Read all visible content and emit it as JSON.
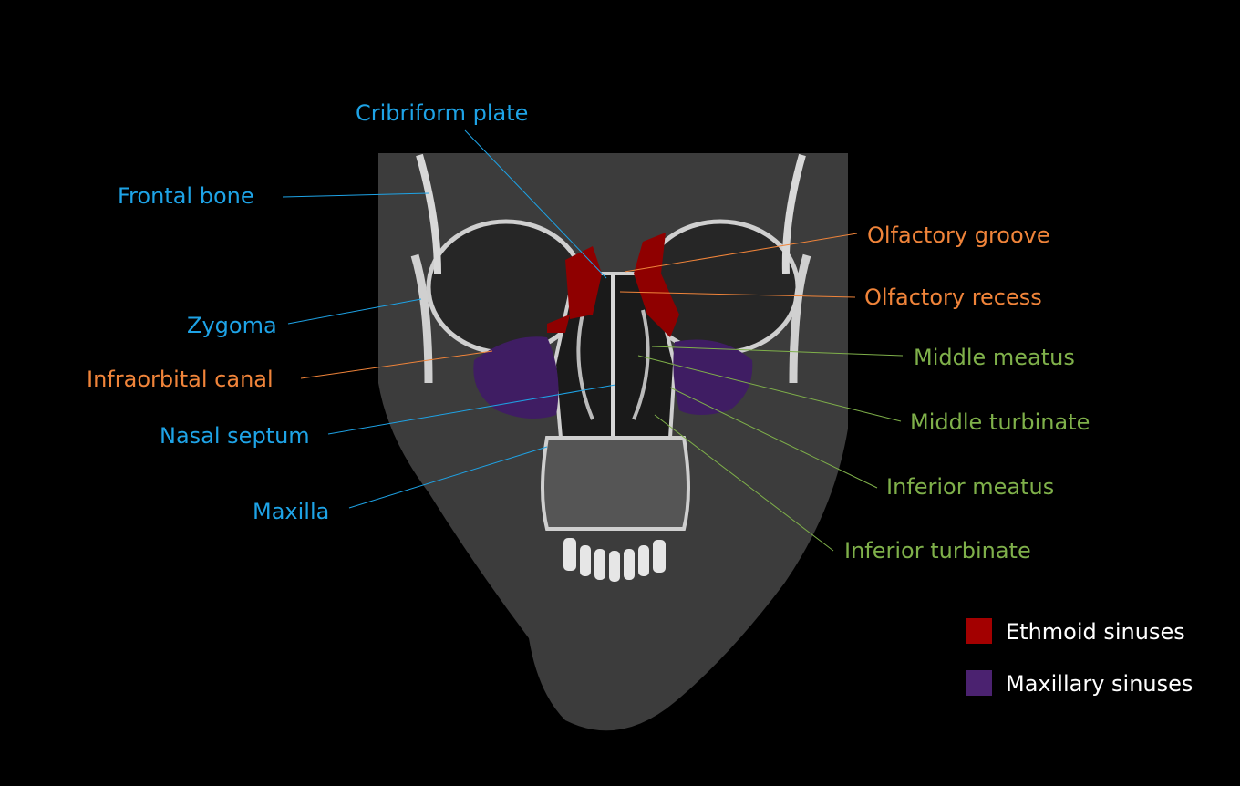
{
  "labels": {
    "cribriform_plate": "Cribriform plate",
    "frontal_bone": "Frontal bone",
    "olfactory_groove": "Olfactory groove",
    "olfactory_recess": "Olfactory recess",
    "zygoma": "Zygoma",
    "middle_meatus": "Middle meatus",
    "infraorbital_canal": "Infraorbital canal",
    "middle_turbinate": "Middle turbinate",
    "nasal_septum": "Nasal septum",
    "inferior_meatus": "Inferior meatus",
    "maxilla": "Maxilla",
    "inferior_turbinate": "Inferior turbinate"
  },
  "legend": [
    {
      "label": "Ethmoid sinuses",
      "color": "#a30000"
    },
    {
      "label": "Maxillary sinuses",
      "color": "#4b2270"
    }
  ],
  "colors": {
    "blue": "#1ea3e6",
    "orange": "#f0843a",
    "green": "#7fb04a"
  }
}
